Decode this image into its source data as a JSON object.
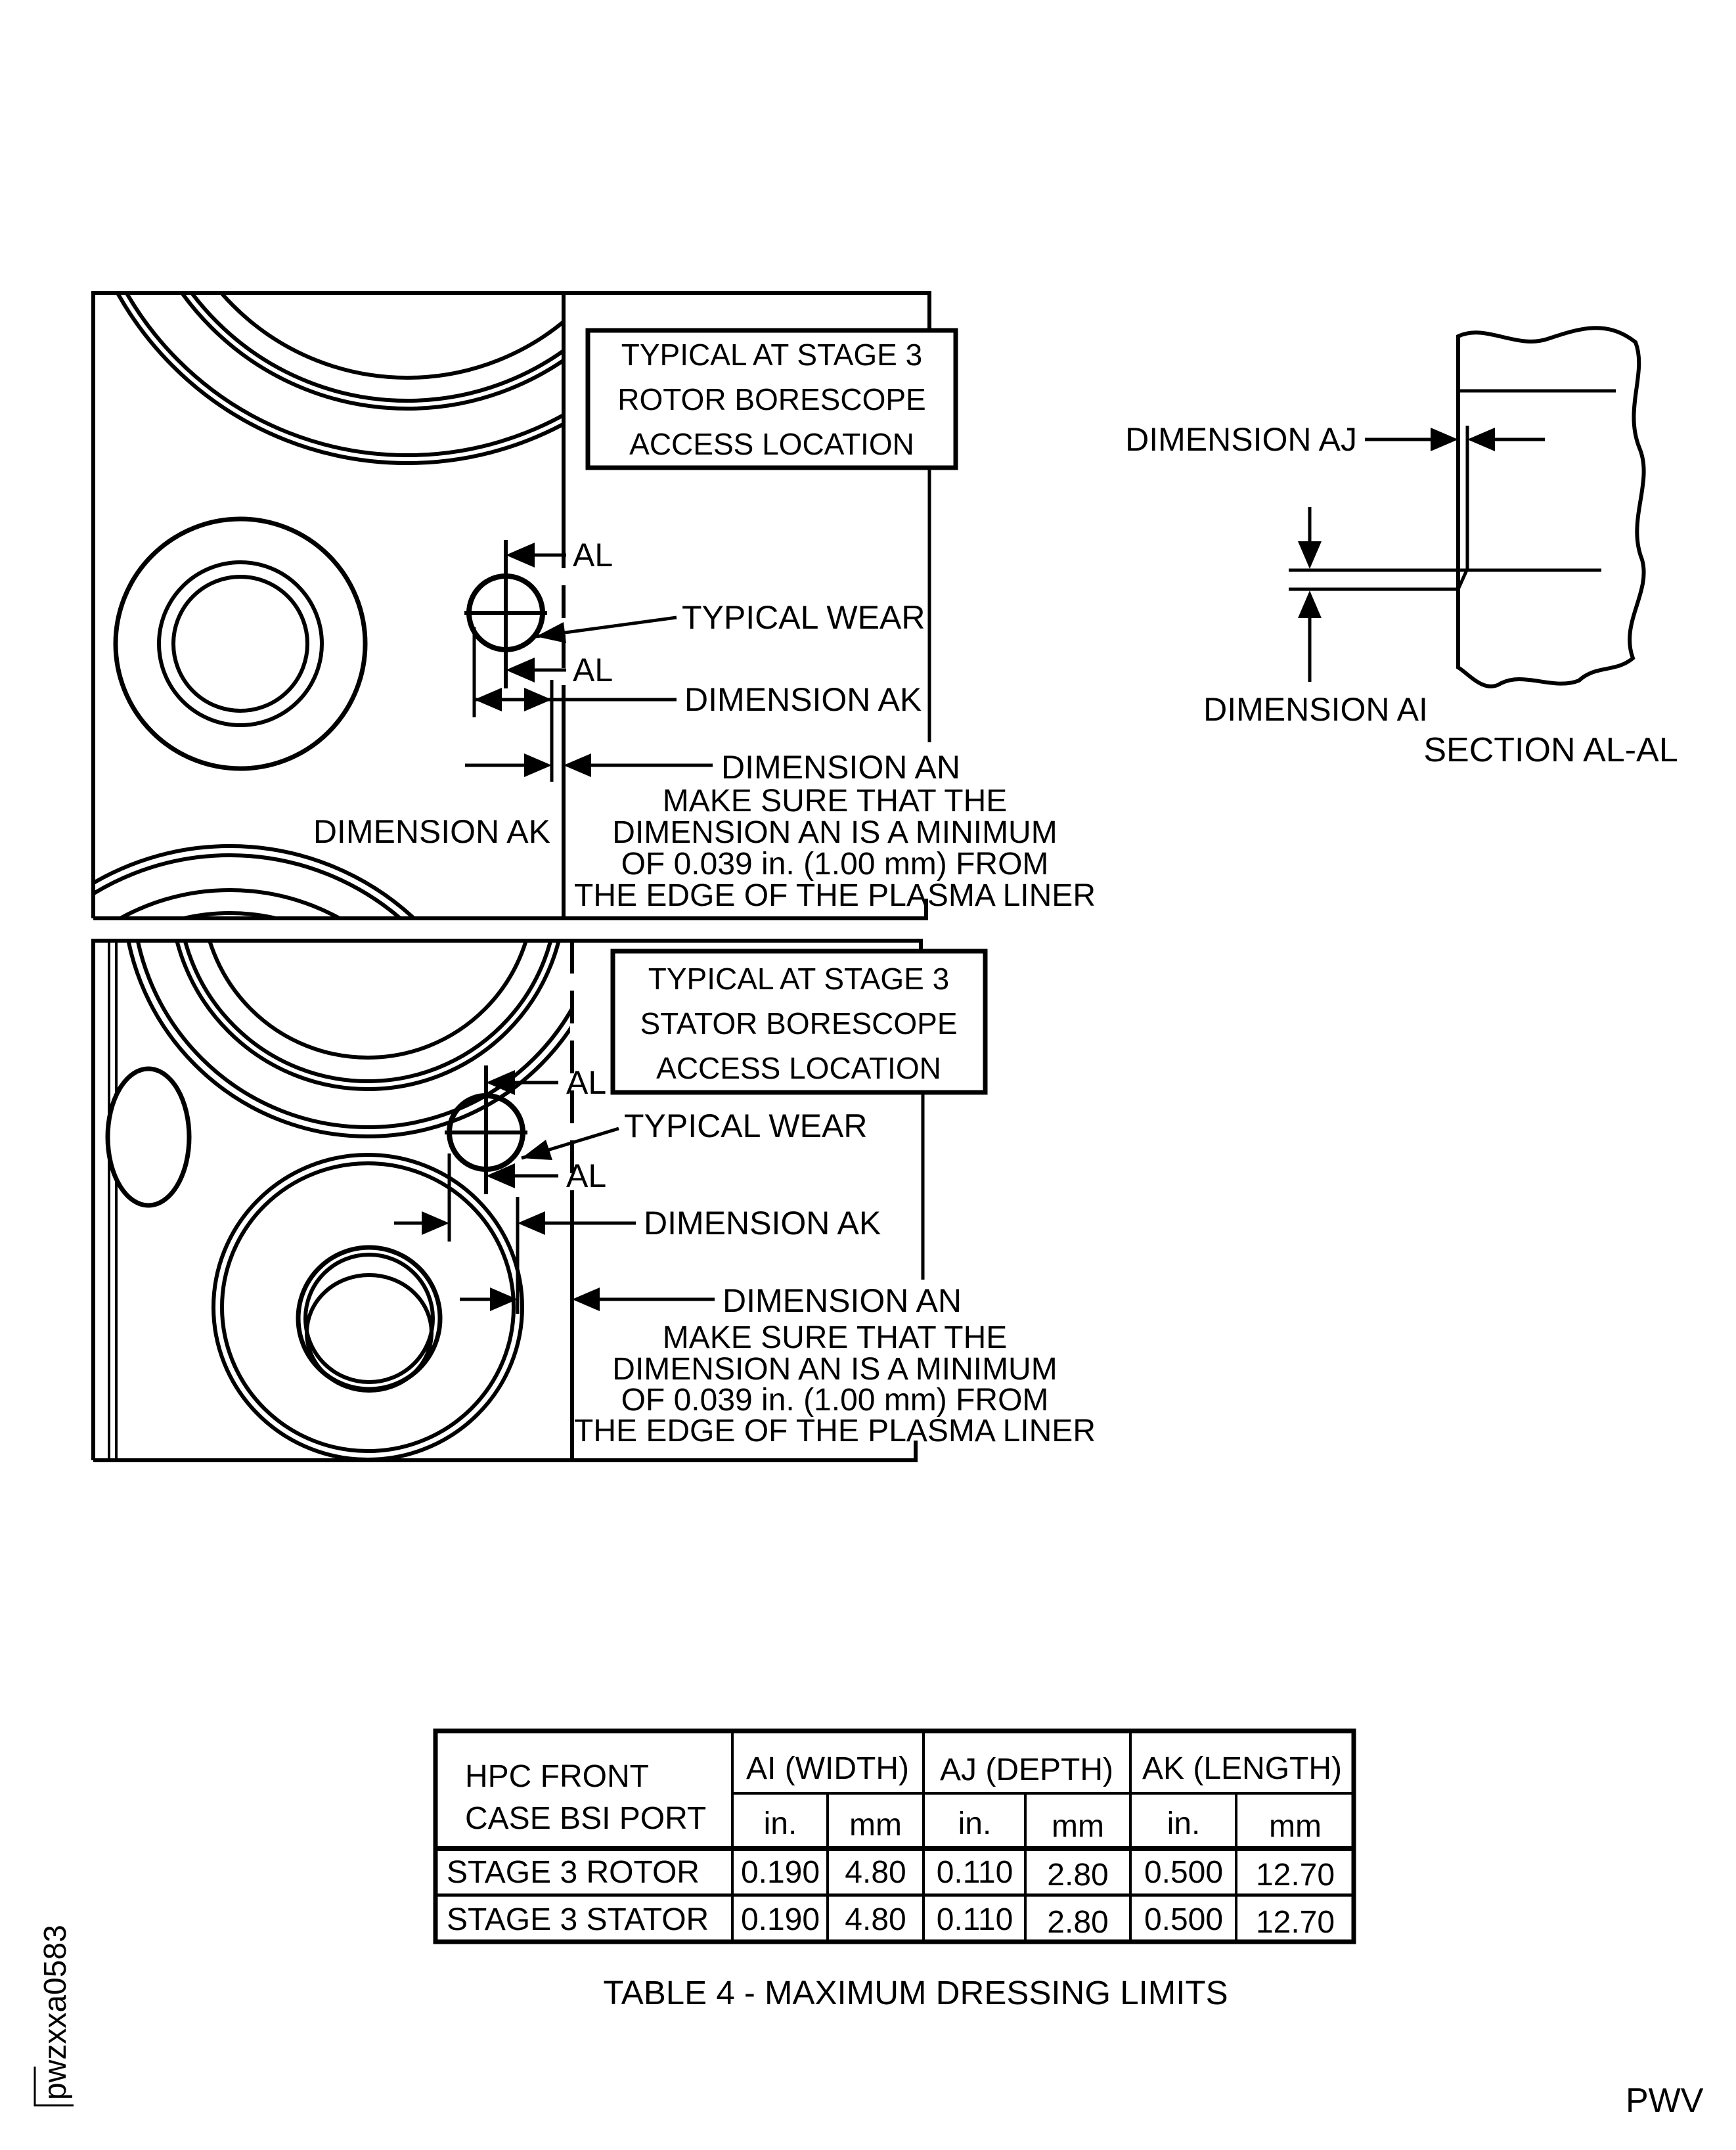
{
  "page": {
    "background": "#ffffff",
    "ink": "#000000"
  },
  "rotor_view": {
    "box": [
      "TYPICAL AT STAGE 3",
      "ROTOR BORESCOPE",
      "ACCESS LOCATION"
    ],
    "al": "AL",
    "typical_wear": "TYPICAL WEAR",
    "dim_ak": "DIMENSION AK",
    "dim_an": "DIMENSION AN",
    "note": [
      "MAKE SURE THAT THE",
      "DIMENSION AN IS A MINIMUM",
      "OF 0.039 in. (1.00 mm) FROM",
      "THE EDGE OF THE PLASMA LINER"
    ]
  },
  "stator_view": {
    "box": [
      "TYPICAL AT STAGE 3",
      "STATOR BORESCOPE",
      "ACCESS LOCATION"
    ],
    "al": "AL",
    "typical_wear": "TYPICAL WEAR",
    "dim_ak": "DIMENSION AK",
    "dim_an": "DIMENSION AN",
    "note": [
      "MAKE SURE THAT THE",
      "DIMENSION AN IS A MINIMUM",
      "OF 0.039 in. (1.00 mm) FROM",
      "THE EDGE OF THE PLASMA LINER"
    ]
  },
  "section_view": {
    "dim_aj": "DIMENSION AJ",
    "dim_ai": "DIMENSION AI",
    "title": "SECTION AL-AL"
  },
  "table": {
    "col1": [
      "HPC FRONT",
      "CASE BSI PORT"
    ],
    "groups": [
      "AI (WIDTH)",
      "AJ (DEPTH)",
      "AK (LENGTH)"
    ],
    "units": [
      "in.",
      "mm",
      "in.",
      "mm",
      "in.",
      "mm"
    ],
    "rows": [
      {
        "label": "STAGE 3 ROTOR",
        "values": [
          "0.190",
          "4.80",
          "0.110",
          "2.80",
          "0.500",
          "12.70"
        ]
      },
      {
        "label": "STAGE 3 STATOR",
        "values": [
          "0.190",
          "4.80",
          "0.110",
          "2.80",
          "0.500",
          "12.70"
        ]
      }
    ],
    "caption": "TABLE 4 - MAXIMUM DRESSING LIMITS"
  },
  "footer": {
    "figure_id": "pwzxxa0583",
    "page_code": "PWV"
  }
}
